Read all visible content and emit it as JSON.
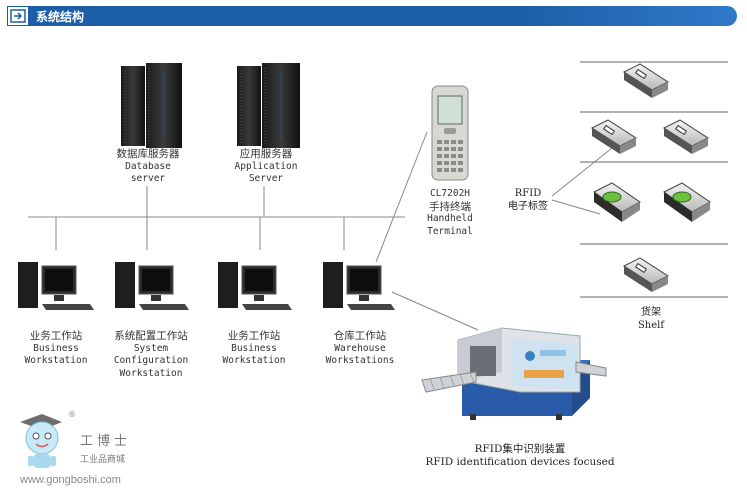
{
  "header": {
    "title": "系统结构"
  },
  "servers": [
    {
      "cn": "数据库服务器",
      "en1": "Database",
      "en2": "server"
    },
    {
      "cn": "应用服务器",
      "en1": "Application",
      "en2": "Server"
    }
  ],
  "workstations": [
    {
      "cn": "业务工作站",
      "en1": "Business",
      "en2": "Workstation",
      "en3": ""
    },
    {
      "cn": "系统配置工作站",
      "en1": "System",
      "en2": "Configuration",
      "en3": "Workstation"
    },
    {
      "cn": "业务工作站",
      "en1": "Business",
      "en2": "Workstation",
      "en3": ""
    },
    {
      "cn": "仓库工作站",
      "en1": "Warehouse",
      "en2": "Workstations",
      "en3": ""
    }
  ],
  "handheld": {
    "model": "CL7202H",
    "cn": "手持终端",
    "en1": "Handheld",
    "en2": "Terminal"
  },
  "rfid_tag": {
    "en": "RFID",
    "cn": "电子标签"
  },
  "shelf": {
    "cn": "货架",
    "en": "Shelf"
  },
  "rfid_device": {
    "cn": "RFID集中识别装置",
    "en": "RFID identification devices focused"
  },
  "watermark": {
    "brand": "工博士",
    "sub": "工业品商城",
    "url": "www.gongboshi.com",
    "reg": "®"
  }
}
